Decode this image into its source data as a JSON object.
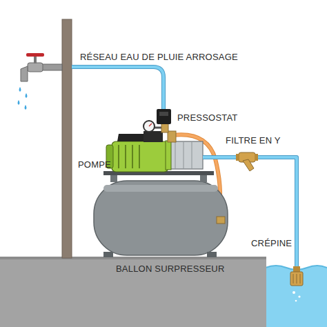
{
  "diagram": {
    "labels": [
      "RÉSEAU EAU DE PLUIE ARROSAGE",
      "PRESSOSTAT",
      "POMPE",
      "FILTRE EN Y",
      "CRÉPINE",
      "BALLON SURPRESSEUR"
    ]
  }
}
